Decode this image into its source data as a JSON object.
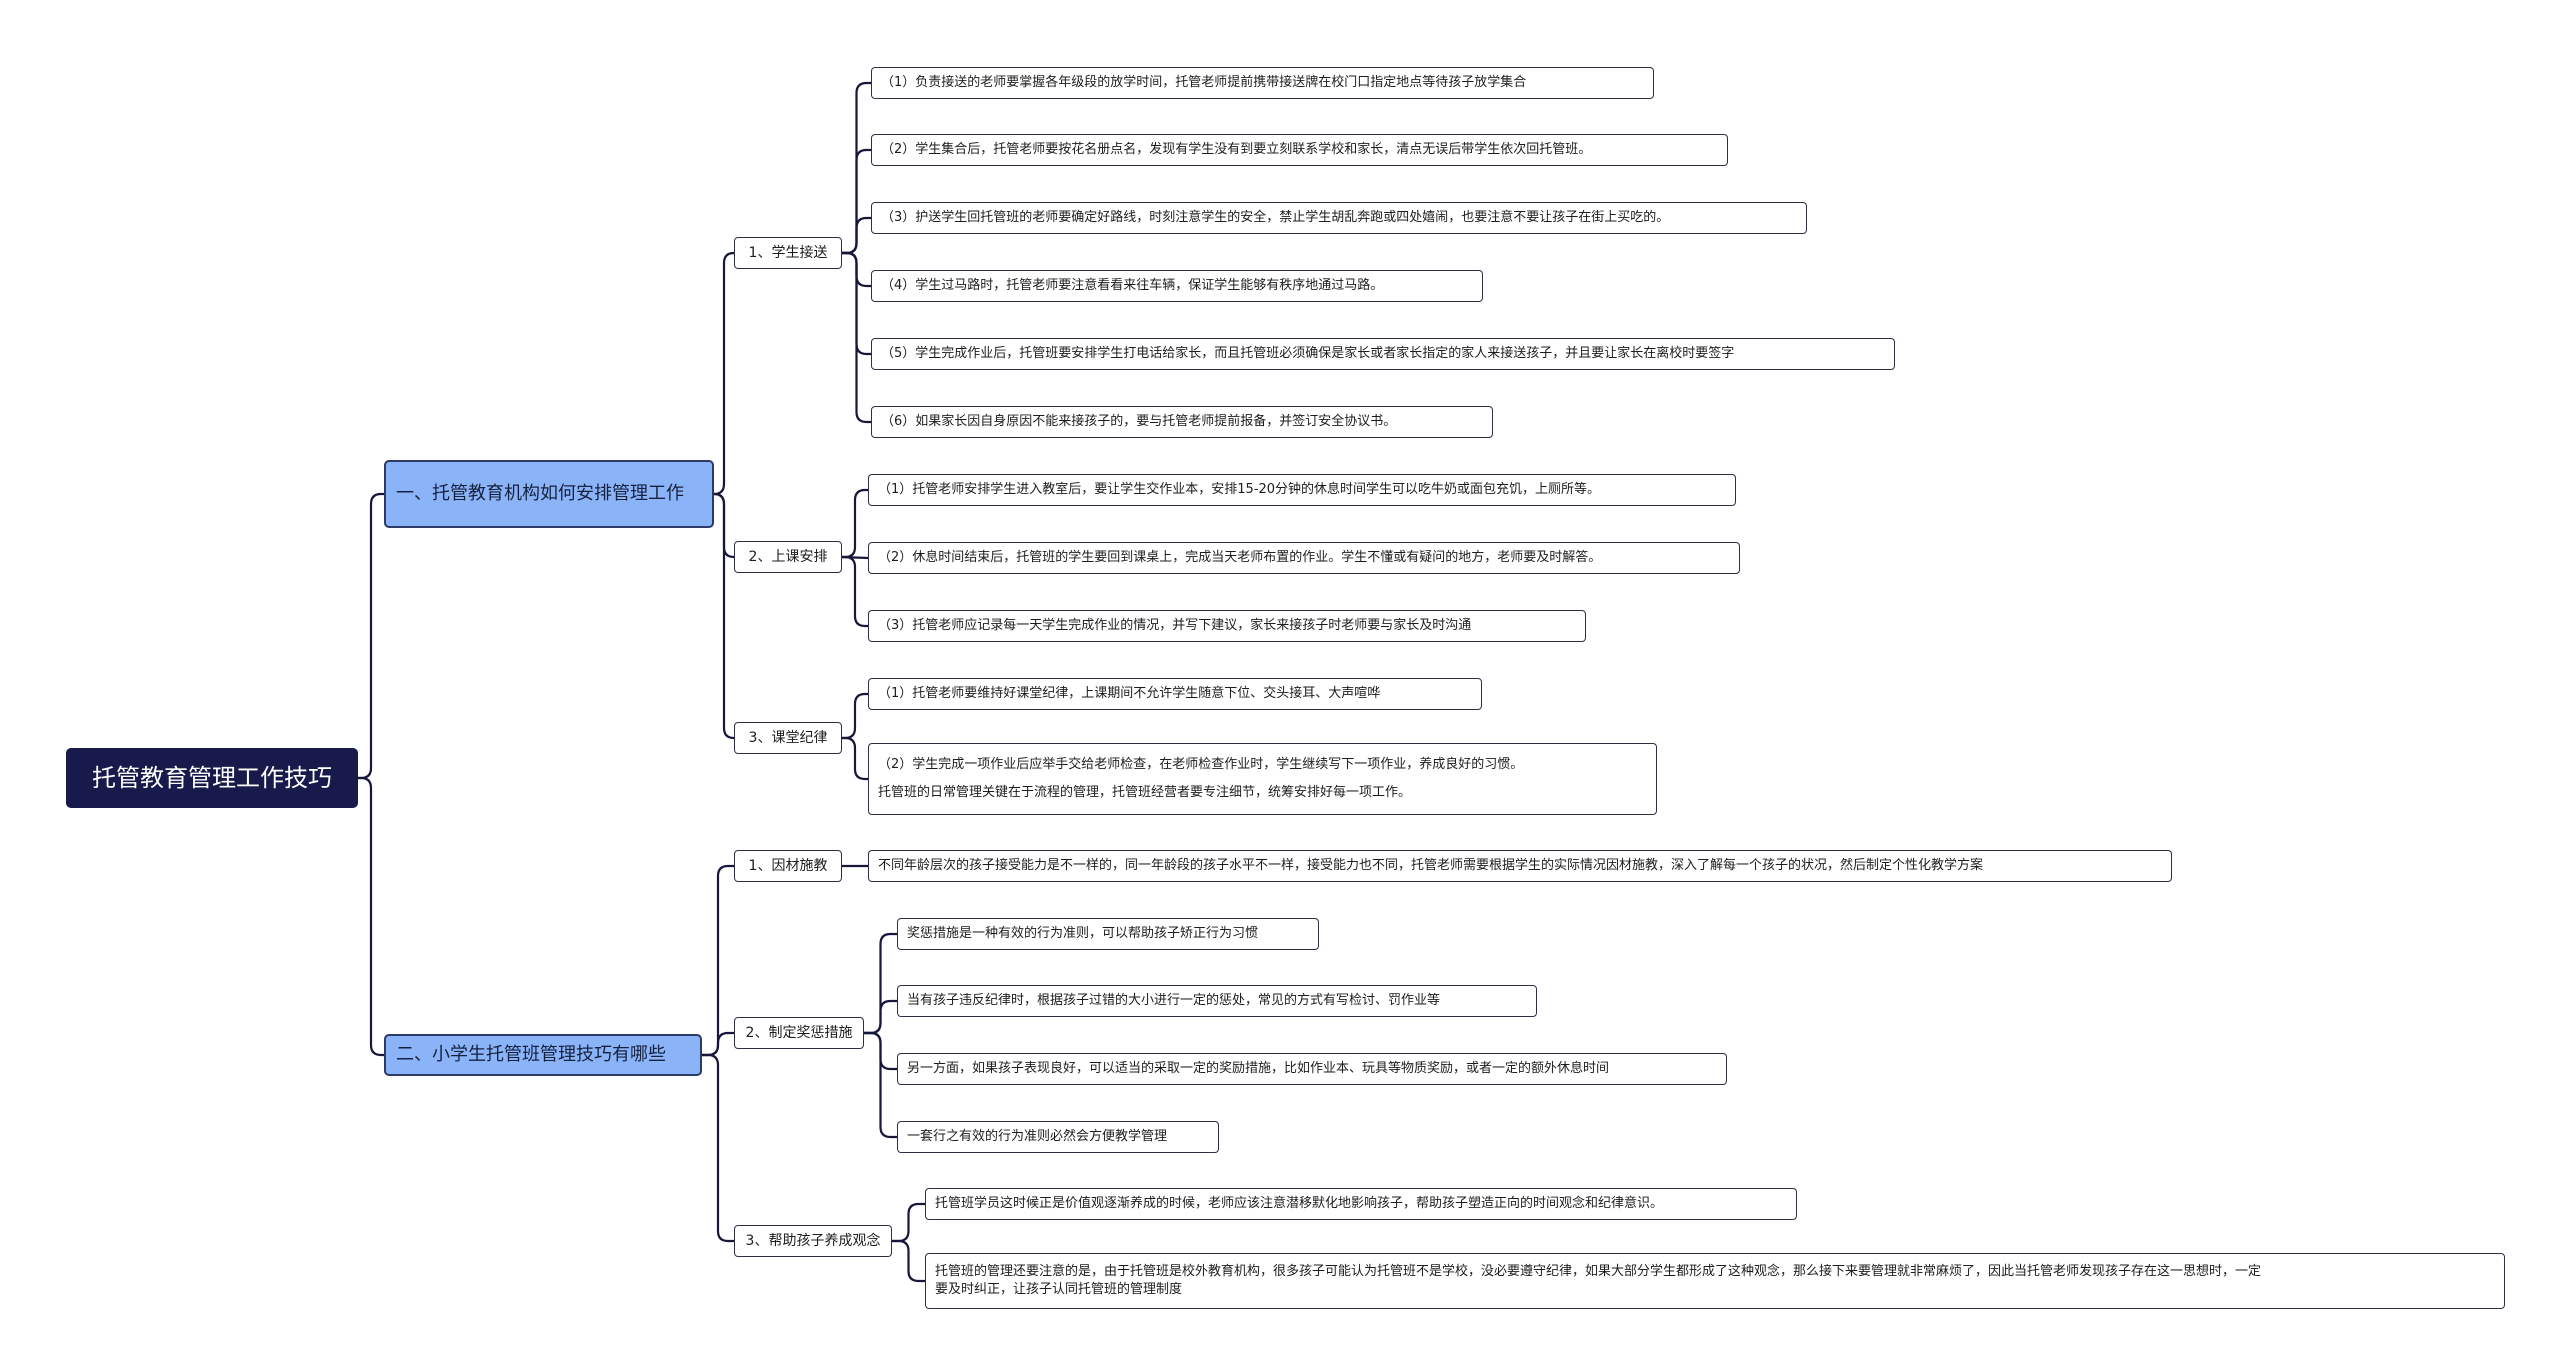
{
  "root": {
    "label": "托管教育管理工作技巧"
  },
  "sections": [
    {
      "label": "一、托管教育机构如何安排管理工作",
      "groups": [
        {
          "label": "1、学生接送",
          "items": [
            "（1）负责接送的老师要掌握各年级段的放学时间，托管老师提前携带接送牌在校门口指定地点等待孩子放学集合",
            "（2）学生集合后，托管老师要按花名册点名，发现有学生没有到要立刻联系学校和家长，清点无误后带学生依次回托管班。",
            "（3）护送学生回托管班的老师要确定好路线，时刻注意学生的安全，禁止学生胡乱奔跑或四处嬉闹，也要注意不要让孩子在街上买吃的。",
            "（4）学生过马路时，托管老师要注意看看来往车辆，保证学生能够有秩序地通过马路。",
            "（5）学生完成作业后，托管班要安排学生打电话给家长，而且托管班必须确保是家长或者家长指定的家人来接送孩子，并且要让家长在离校时要签字",
            "（6）如果家长因自身原因不能来接孩子的，要与托管老师提前报备，并签订安全协议书。"
          ]
        },
        {
          "label": "2、上课安排",
          "items": [
            "（1）托管老师安排学生进入教室后，要让学生交作业本，安排15-20分钟的休息时间学生可以吃牛奶或面包充饥，上厕所等。",
            "（2）休息时间结束后，托管班的学生要回到课桌上，完成当天老师布置的作业。学生不懂或有疑问的地方，老师要及时解答。",
            "（3）托管老师应记录每一天学生完成作业的情况，并写下建议，家长来接孩子时老师要与家长及时沟通"
          ]
        },
        {
          "label": "3、课堂纪律",
          "items": [
            "（1）托管老师要维持好课堂纪律，上课期间不允许学生随意下位、交头接耳、大声喧哗",
            "（2）学生完成一项作业后应举手交给老师检查，在老师检查作业时，学生继续写下一项作业，养成良好的习惯。"
          ],
          "note": "托管班的日常管理关键在于流程的管理，托管班经营者要专注细节，统筹安排好每一项工作。"
        }
      ]
    },
    {
      "label": "二、小学生托管班管理技巧有哪些",
      "groups": [
        {
          "label": "1、因材施教",
          "items": [
            "不同年龄层次的孩子接受能力是不一样的，同一年龄段的孩子水平不一样，接受能力也不同，托管老师需要根据学生的实际情况因材施教，深入了解每一个孩子的状况，然后制定个性化教学方案"
          ]
        },
        {
          "label": "2、制定奖惩措施",
          "items": [
            "奖惩措施是一种有效的行为准则，可以帮助孩子矫正行为习惯",
            "当有孩子违反纪律时，根据孩子过错的大小进行一定的惩处，常见的方式有写检讨、罚作业等",
            "另一方面，如果孩子表现良好，可以适当的采取一定的奖励措施，比如作业本、玩具等物质奖励，或者一定的额外休息时间",
            "一套行之有效的行为准则必然会方便教学管理"
          ]
        },
        {
          "label": "3、帮助孩子养成观念",
          "items": [
            "托管班学员这时候正是价值观逐渐养成的时候，老师应该注意潜移默化地影响孩子，帮助孩子塑造正向的时间观念和纪律意识。"
          ],
          "multiline": [
            "托管班的管理还要注意的是，由于托管班是校外教育机构，很多孩子可能认为托管班不是学校，没必要遵守纪律，如果大部分学生都形成了这种观念，那么接下来要管理就非常麻烦了，因此当托管老师发现孩子存在这一思想时，一定",
            "要及时纠正，让孩子认同托管班的管理制度"
          ]
        }
      ]
    }
  ]
}
